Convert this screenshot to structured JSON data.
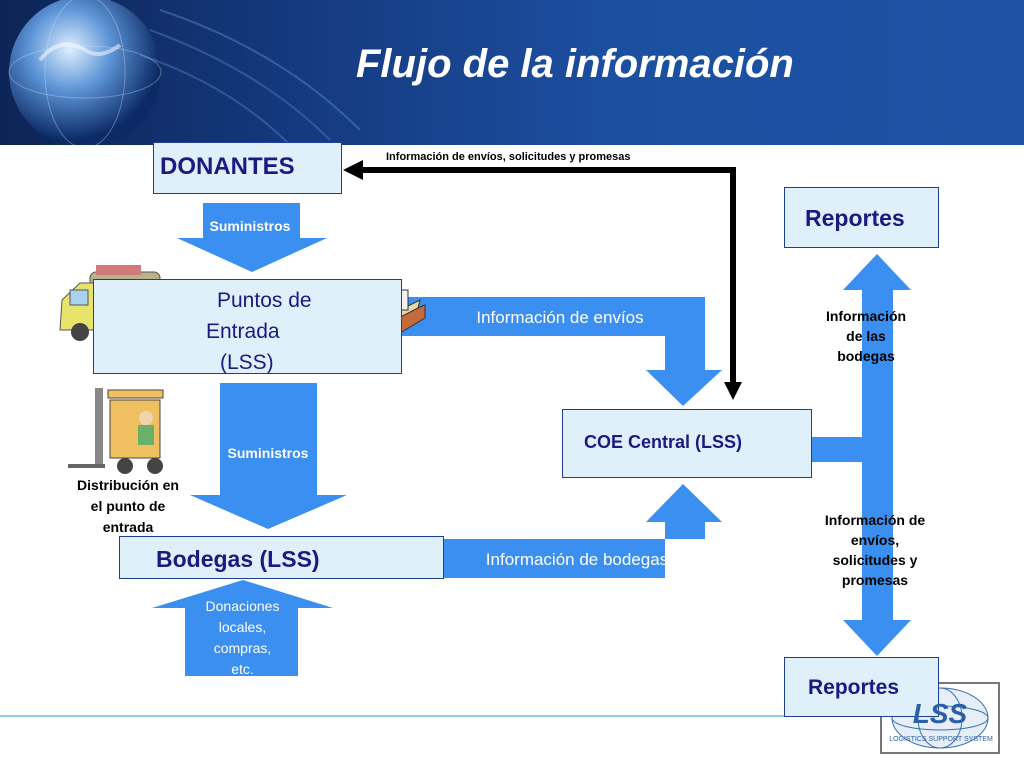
{
  "title": "Flujo de la información",
  "boxes": {
    "donantes": "DONANTES",
    "puntos_line1": "Puntos de",
    "puntos_line2": "Entrada",
    "puntos_line3": "(LSS)",
    "bodegas": "Bodegas (LSS)",
    "coe": "COE Central (LSS)",
    "reportes_top": "Reportes",
    "reportes_bottom": "Reportes"
  },
  "arrows": {
    "top_feedback": "Información de envíos, solicitudes y promesas",
    "suministros_1": "Suministros",
    "suministros_2": "Suministros",
    "info_envios": "Información de envíos",
    "info_bodegas": "Información de bodegas",
    "donaciones_l1": "Donaciones",
    "donaciones_l2": "locales,",
    "donaciones_l3": "compras,",
    "donaciones_l4": "etc."
  },
  "labels": {
    "distribucion_l1": "Distribución en",
    "distribucion_l2": "el punto de",
    "distribucion_l3": "entrada",
    "info_bod_l1": "Información",
    "info_bod_l2": "de las",
    "info_bod_l3": "bodegas",
    "info_env_l1": "Información de",
    "info_env_l2": "envíos,",
    "info_env_l3": "solicitudes y",
    "info_env_l4": "promesas"
  },
  "logo": {
    "text": "LSS",
    "subtitle": "LOGISTICS SUPPORT SYSTEM"
  },
  "colors": {
    "header": "#1c4fa0",
    "arrow": "#3a8ff0",
    "box_fill": "#dff0fb",
    "box_border": "#1c3f94",
    "text_dark": "#1a1a80"
  }
}
